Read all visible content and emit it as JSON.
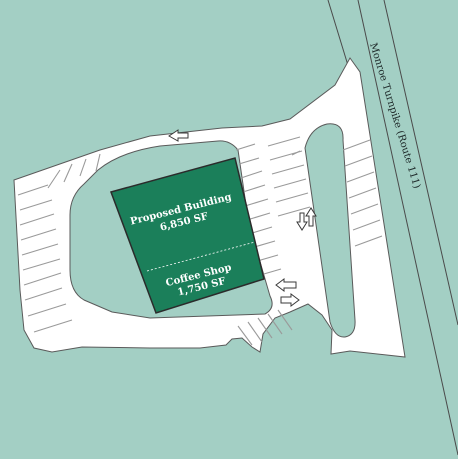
{
  "site_plan": {
    "colors": {
      "background": "#a3cfc4",
      "pavement": "#ffffff",
      "building": "#1b7f5a",
      "outline": "#2b2b2b"
    },
    "road": {
      "label": "Monroe Turnpike (Route 111)"
    },
    "proposed_building": {
      "label": "Proposed Building",
      "area": "6,850 SF"
    },
    "coffee_shop": {
      "label": "Coffee Shop",
      "area": "1,750 SF"
    },
    "traffic_arrows": [
      "arrow-left",
      "arrow-down",
      "arrow-up",
      "arrow-left",
      "arrow-right"
    ]
  }
}
